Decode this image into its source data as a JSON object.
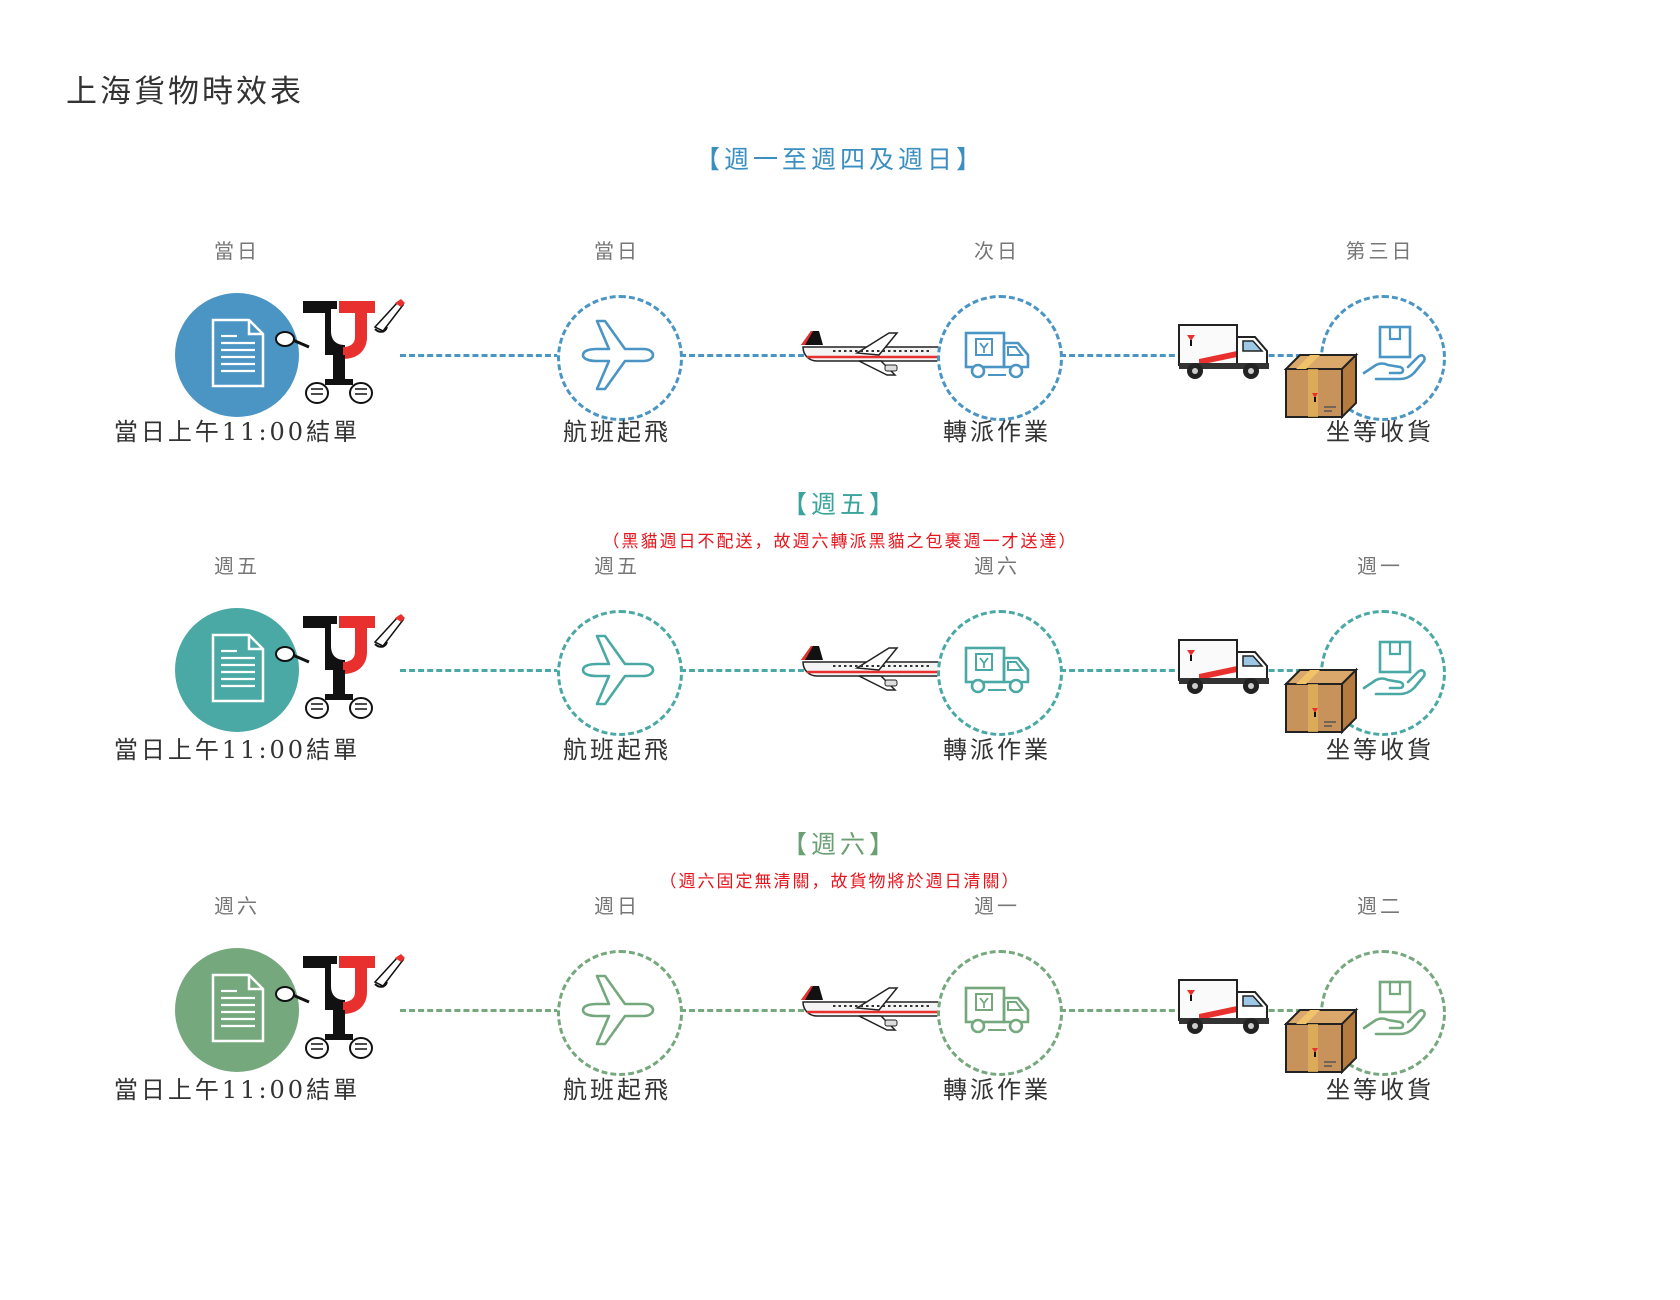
{
  "page_title": "上海貨物時效表",
  "sections": [
    {
      "heading": "【週一至週四及週日】",
      "note": "",
      "color": "#4a95c4",
      "heading_color": "#3a8fc0",
      "days": [
        "當日",
        "當日",
        "次日",
        "第三日"
      ],
      "steps": [
        "當日上午11:00結單",
        "航班起飛",
        "轉派作業",
        "坐等收貨"
      ]
    },
    {
      "heading": "【週五】",
      "note": "（黑貓週日不配送，故週六轉派黑貓之包裹週一才送達）",
      "color": "#4aa9a4",
      "heading_color": "#3aa39c",
      "days": [
        "週五",
        "週五",
        "週六",
        "週一"
      ],
      "steps": [
        "當日上午11:00結單",
        "航班起飛",
        "轉派作業",
        "坐等收貨"
      ]
    },
    {
      "heading": "【週六】",
      "note": "（週六固定無清關，故貨物將於週日清關）",
      "color": "#76a87e",
      "heading_color": "#6a9f73",
      "days": [
        "週六",
        "週日",
        "週一",
        "週二"
      ],
      "steps": [
        "當日上午11:00結單",
        "航班起飛",
        "轉派作業",
        "坐等收貨"
      ]
    }
  ],
  "colors": {
    "brand_red": "#e8312f",
    "brand_black": "#111111",
    "box_brown": "#c8935a",
    "note_red": "#e8141c"
  },
  "icons": [
    "document-icon",
    "mascot-icon",
    "plane-icon",
    "airliner-icon",
    "truck-outline-icon",
    "delivery-truck-icon",
    "hand-box-icon",
    "package-box-icon"
  ]
}
